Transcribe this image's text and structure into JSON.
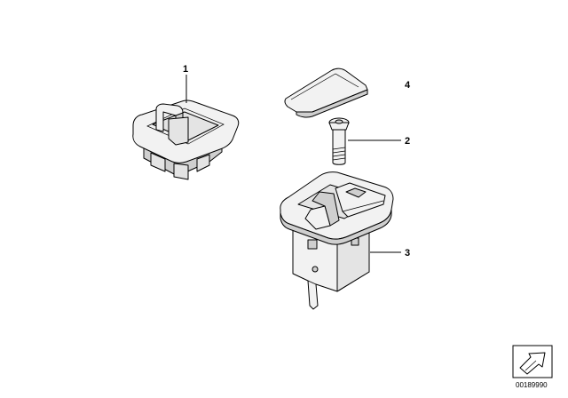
{
  "callouts": {
    "part1": "1",
    "part2": "2",
    "part3": "3",
    "part4": "4"
  },
  "diagram_id": "00189990",
  "colors": {
    "line": "#000000",
    "fill": "#f2f2f2",
    "shade": "#cfcfcf",
    "background": "#ffffff"
  },
  "icons": {
    "orientation_arrow": "arrow-icon"
  }
}
